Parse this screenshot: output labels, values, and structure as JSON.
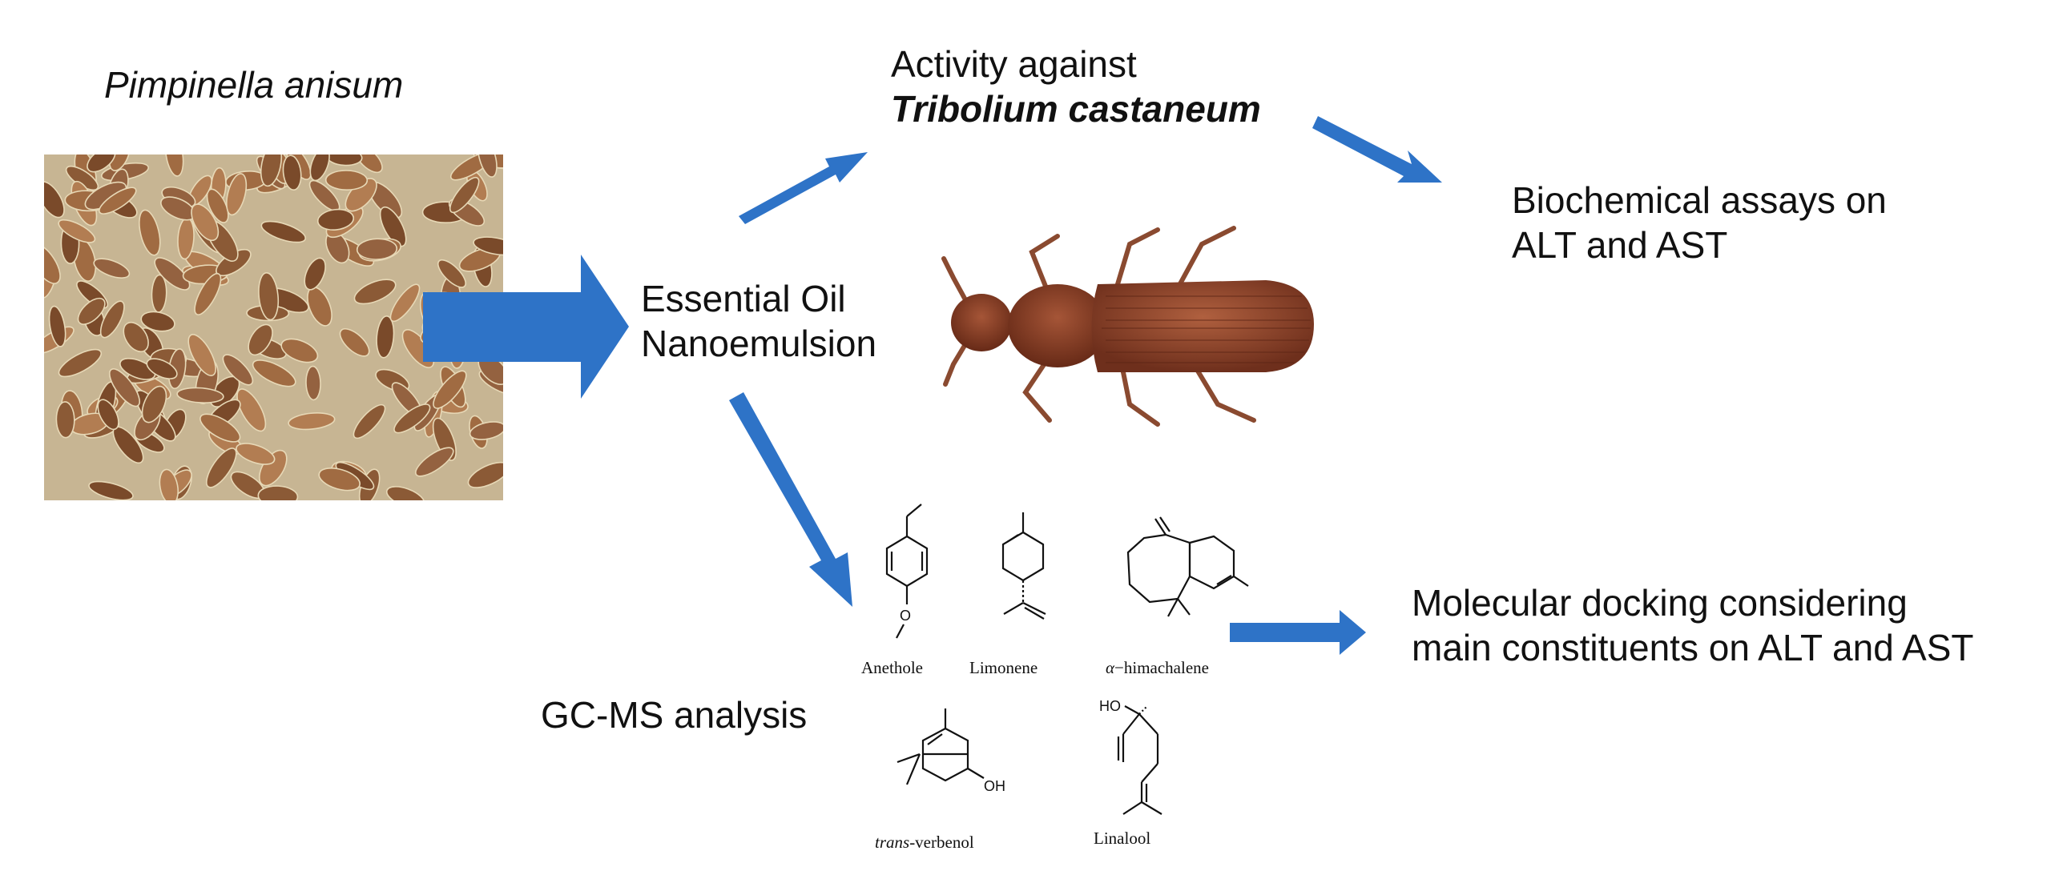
{
  "source_label": "Pimpinella anisum",
  "oil_label": [
    "Essential Oil",
    "Nanoemulsion"
  ],
  "activity_label": [
    "Activity against",
    "Tribolium castaneum"
  ],
  "biochem_label": [
    "Biochemical assays on",
    "ALT and AST"
  ],
  "gcms_label": "GC-MS analysis",
  "docking_label": [
    "Molecular docking considering",
    "main constituents on ALT and AST"
  ],
  "molecules": {
    "anethole": "Anethole",
    "limonene": "Limonene",
    "himachalene_prefix": "α",
    "himachalene": "−himachalene",
    "verbenol_prefix": "trans",
    "verbenol": "-verbenol",
    "linalool": "Linalool",
    "oh_label": "OH",
    "ho_label": "HO"
  },
  "colors": {
    "arrow": "#2e73c7",
    "text": "#111111"
  },
  "images": [
    "anise-seeds-photo",
    "red-flour-beetle-photo"
  ]
}
